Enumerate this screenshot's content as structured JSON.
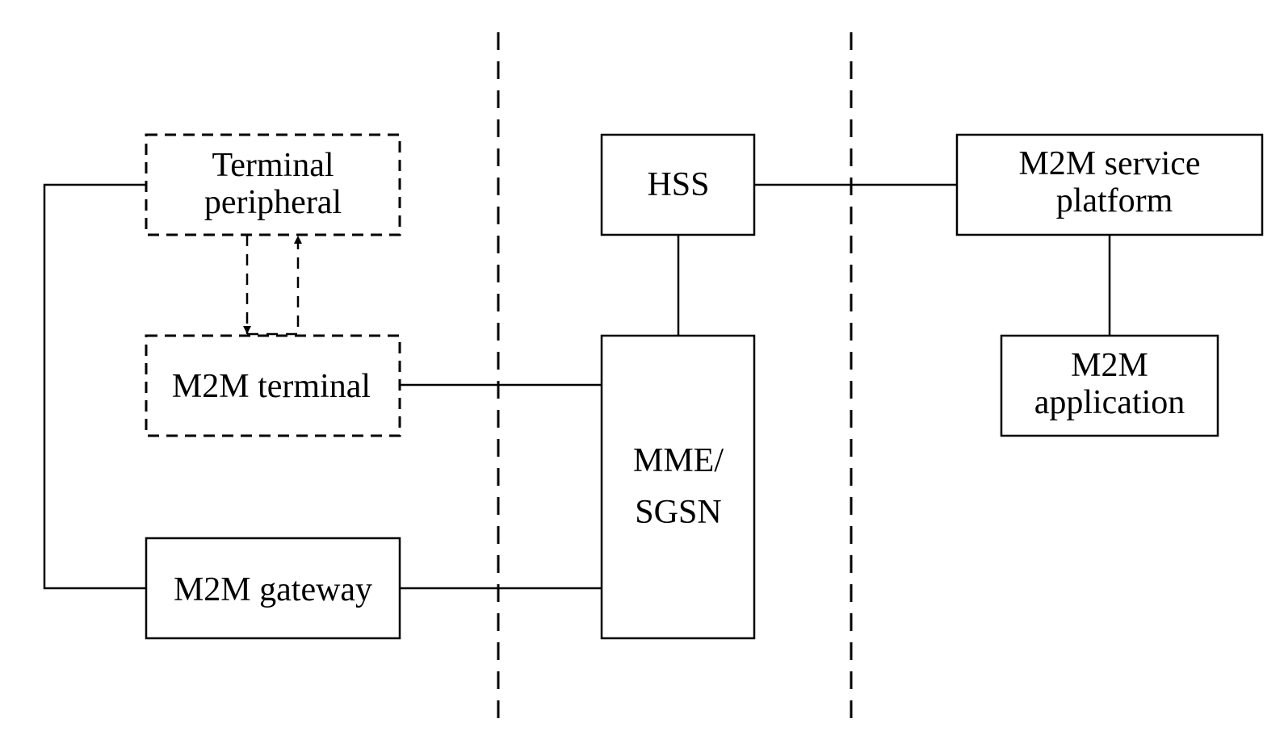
{
  "diagram": {
    "nodes": {
      "terminal_peripheral": {
        "lines": [
          "Terminal",
          "peripheral"
        ],
        "border": "dashed"
      },
      "m2m_terminal": {
        "lines": [
          "M2M terminal"
        ],
        "border": "dashed"
      },
      "m2m_gateway": {
        "lines": [
          "M2M gateway"
        ],
        "border": "solid"
      },
      "hss": {
        "lines": [
          "HSS"
        ],
        "border": "solid"
      },
      "mme_sgsn": {
        "lines": [
          "MME/",
          "SGSN"
        ],
        "border": "solid"
      },
      "m2m_service_platform": {
        "lines": [
          "M2M service",
          "platform"
        ],
        "border": "solid"
      },
      "m2m_application": {
        "lines": [
          "M2M",
          "application"
        ],
        "border": "solid"
      }
    },
    "separators": 2,
    "colors": {
      "stroke": "#000000",
      "background": "#ffffff"
    }
  }
}
